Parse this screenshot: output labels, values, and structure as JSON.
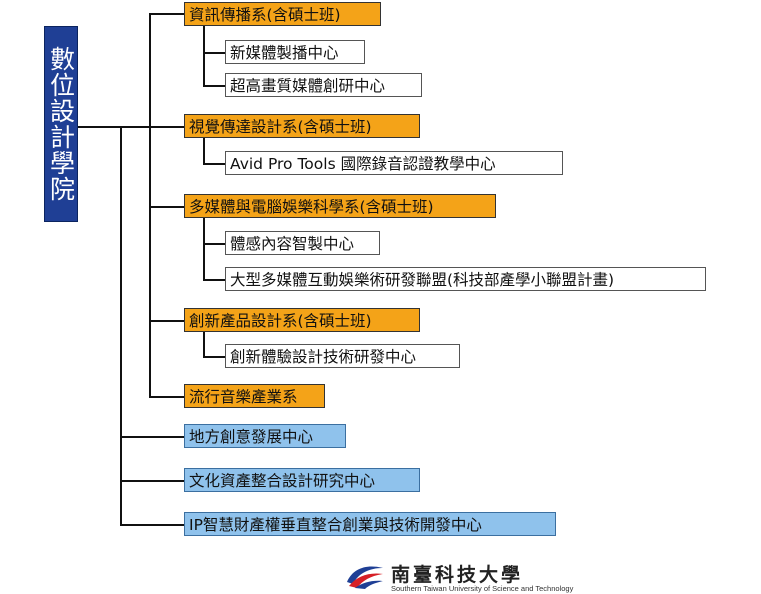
{
  "root": {
    "label": "數位設計學院"
  },
  "departments": [
    {
      "label": "資訊傳播系(含碩士班)",
      "centers": [
        "新媒體製播中心",
        "超高畫質媒體創研中心"
      ]
    },
    {
      "label": "視覺傳達設計系(含碩士班)",
      "centers": [
        "Avid Pro Tools 國際錄音認證教學中心"
      ]
    },
    {
      "label": "多媒體與電腦娛樂科學系(含碩士班)",
      "centers": [
        "體感內容智製中心",
        "大型多媒體互動娛樂術研發聯盟(科技部產學小聯盟計畫)"
      ]
    },
    {
      "label": "創新產品設計系(含碩士班)",
      "centers": [
        "創新體驗設計技術研發中心"
      ]
    },
    {
      "label": "流行音樂產業系",
      "centers": []
    }
  ],
  "institutes": [
    {
      "label": "地方創意發展中心"
    },
    {
      "label": "文化資產整合設計研究中心"
    },
    {
      "label": "IP智慧財產權垂直整合創業與技術開發中心"
    }
  ],
  "logo": {
    "name_cn": "南臺科技大學",
    "name_en": "Southern Taiwan University of Science and Technology"
  },
  "colors": {
    "root": "#1f3f95",
    "department": "#f4a318",
    "institute": "#8fc2ec"
  }
}
